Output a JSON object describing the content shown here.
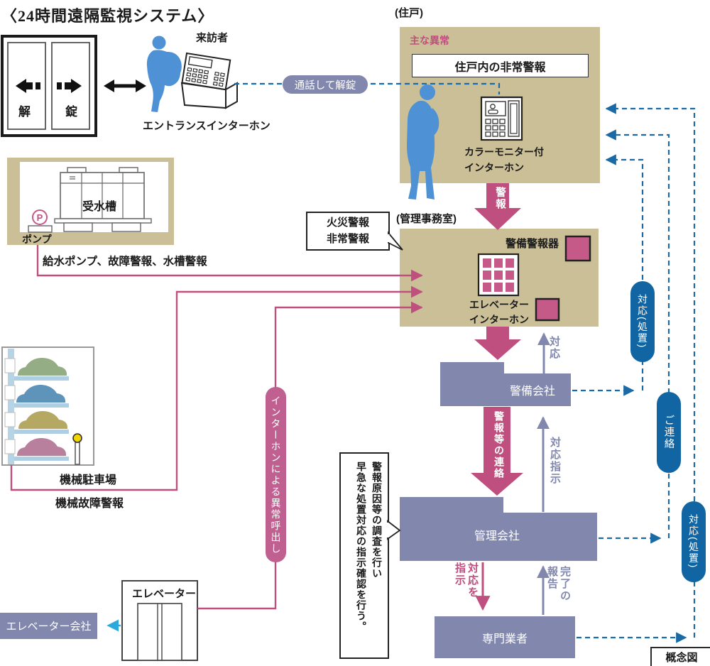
{
  "title": "〈24時間遠隔監視システム〉",
  "colors": {
    "tan_box": "#cbbf97",
    "pink_accent": "#bf4f7e",
    "pink_device": "#c55a88",
    "pink_pill": "#c06090",
    "slate_box": "#8288ad",
    "blue_dashed": "#1a6aa6",
    "blue_pill": "#1165a3",
    "cyan_dashed": "#2ba9dd",
    "person_blue": "#4e92d5"
  },
  "entrance": {
    "unlock": "解",
    "lock": "錠",
    "visitor": "来訪者",
    "intercom": "エントランスインターホン",
    "talk_unlock": "通話して解錠"
  },
  "residence": {
    "section": "(住戸)",
    "main_abnormal": "主な異常",
    "emergency_alarm": "住戸内の非常警報",
    "monitor_intercom_l1": "カラーモニター付",
    "monitor_intercom_l2": "インターホン",
    "alarm_arrow": "警報"
  },
  "water": {
    "tank": "受水槽",
    "pump_p": "P",
    "pump": "ポンプ",
    "alarms": "給水ポンプ、故障警報、水槽警報"
  },
  "office": {
    "section": "(管理事務室)",
    "bubble_l1": "火災警報",
    "bubble_l2": "非常警報",
    "security_alarm_device": "警備警報器",
    "elevator_intercom_l1": "エレベーター",
    "elevator_intercom_l2": "インターホン"
  },
  "parking": {
    "name": "機械駐車場",
    "fault_alarm": "機械故障警報"
  },
  "elevator": {
    "name": "エレベーター",
    "company": "エレベーター会社",
    "abnormal_call": "インターホンによる異常呼出し"
  },
  "companies": {
    "security": "警備会社",
    "management": "管理会社",
    "specialist": "専門業者"
  },
  "flow": {
    "respond_short": "対応",
    "alarm_contact": "警報等の連絡",
    "respond_instruct": "対応指示",
    "note_l1": "警報原因等の調査を行い",
    "note_l2": "早急な処置対応の指示確認を行う。",
    "instruct_l1": "対応を",
    "instruct_l2": "指示",
    "report_l1": "完了の",
    "report_l2": "報告",
    "respond_action1": "対応(処置)",
    "contact": "ご連絡",
    "respond_action2": "対応(処置)",
    "concept_note": "概念図"
  }
}
